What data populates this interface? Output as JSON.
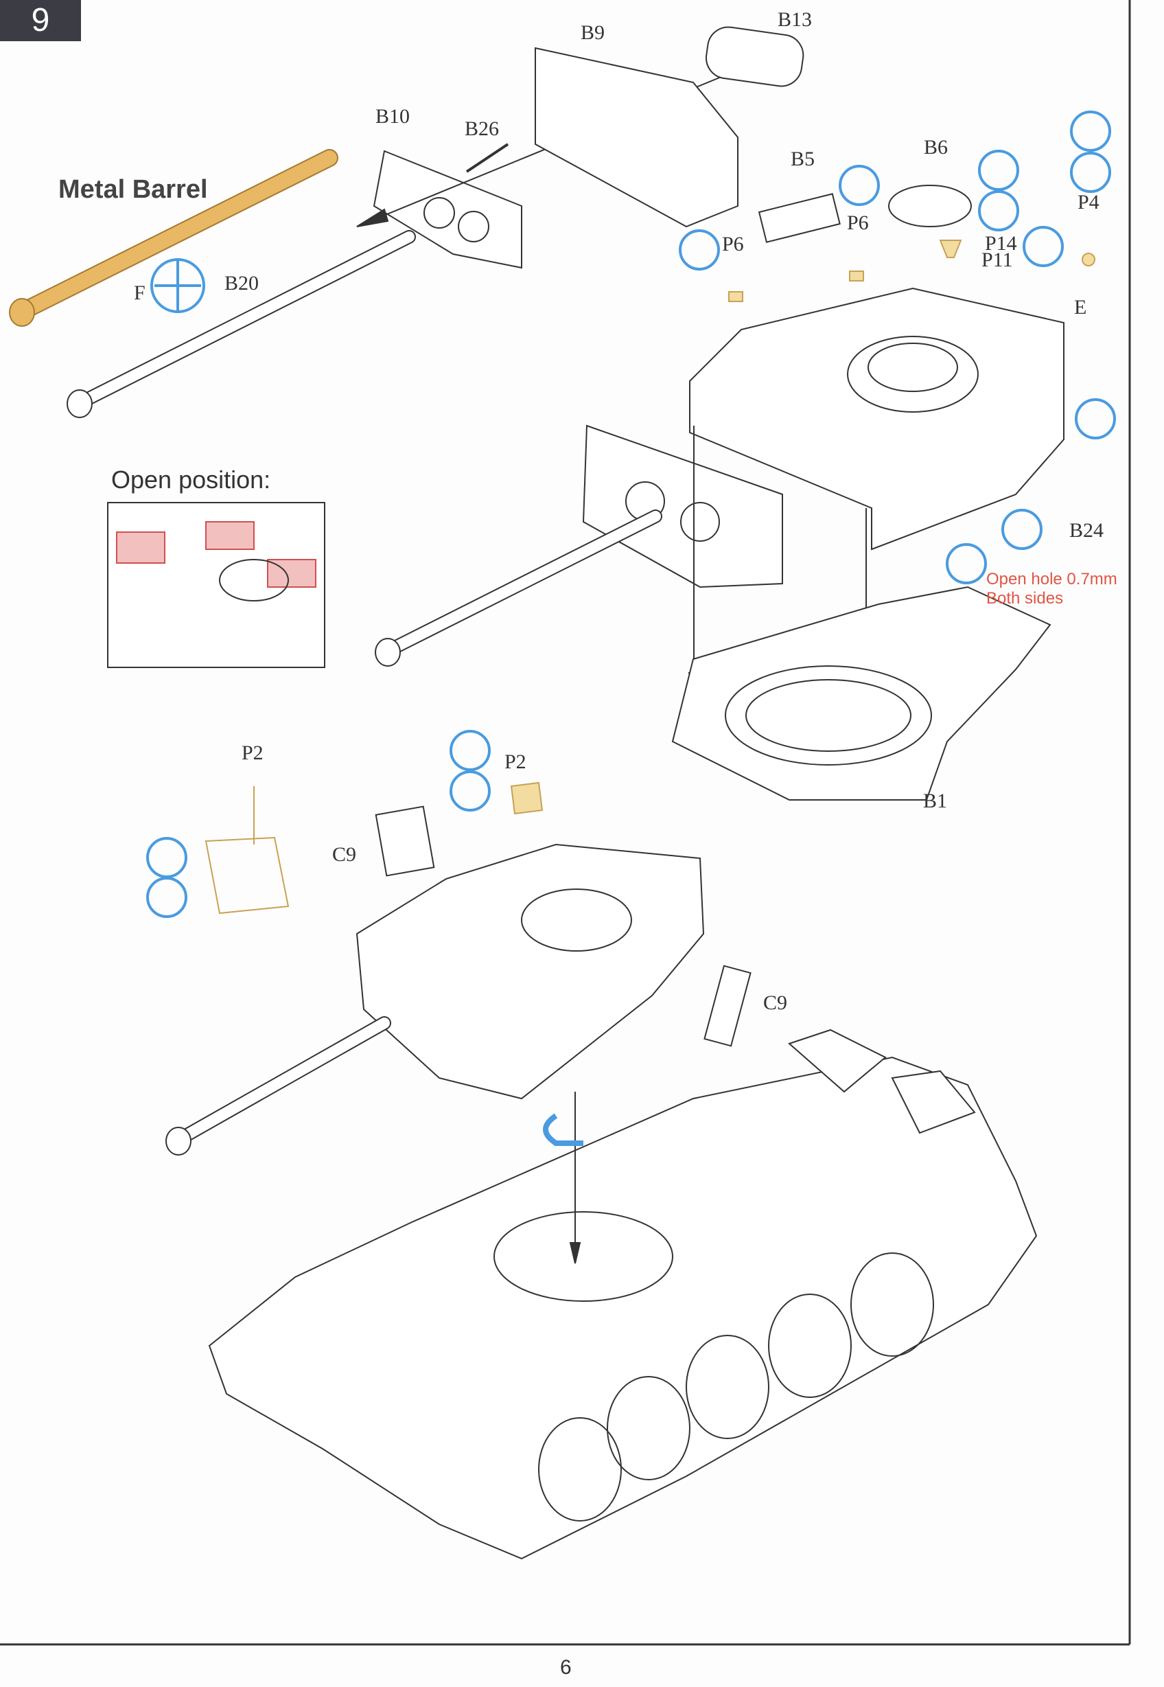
{
  "step": {
    "number": "9"
  },
  "labels": {
    "metal_barrel": "Metal Barrel",
    "open_position": "Open position:",
    "open_hole_line1": "Open hole 0.7mm",
    "open_hole_line2": "Both sides"
  },
  "parts": {
    "b13": "B13",
    "b9": "B9",
    "b10": "B10",
    "b26": "B26",
    "f": "F",
    "b20": "B20",
    "b5": "B5",
    "b6": "B6",
    "p6a": "P6",
    "p6b": "P6",
    "p14": "P14",
    "p11": "P11",
    "p4": "P4",
    "e": "E",
    "b24": "B24",
    "b1": "B1",
    "p2a": "P2",
    "p2b": "P2",
    "c9a": "C9",
    "c9b": "C9"
  },
  "page_number": "6",
  "colors": {
    "icon_blue": "#4a9be0",
    "brass": "#e9b865",
    "note_red": "#e05545",
    "step_bg": "#3c3c44"
  }
}
